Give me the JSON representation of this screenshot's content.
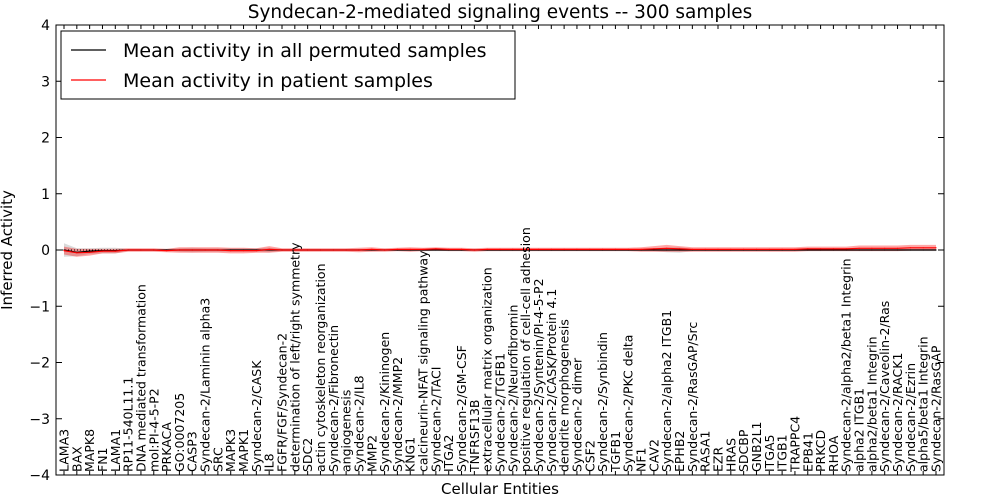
{
  "chart_data": {
    "type": "line",
    "title": "Syndecan-2-mediated signaling events -- 300 samples",
    "xlabel": "Cellular Entities",
    "ylabel": "Inferred Activity",
    "ylim": [
      -4,
      4
    ],
    "yticks": [
      -4,
      -3,
      -2,
      -1,
      0,
      1,
      2,
      3,
      4
    ],
    "ytick_labels": [
      "−4",
      "−3",
      "−2",
      "−1",
      "0",
      "1",
      "2",
      "3",
      "4"
    ],
    "legend_position": "upper-left",
    "grid": false,
    "categories": [
      "LAMA3",
      "BAX",
      "MAPK8",
      "FN1",
      "LAMA1",
      "RP11-540L11.1",
      "DNA mediated transformation",
      "mol:PI-4-5-P2",
      "PRKACA",
      "GO:0007205",
      "CASP3",
      "Syndecan-2/Laminin alpha3",
      "SRC",
      "MAPK3",
      "MAPK1",
      "Syndecan-2/CASK",
      "IL8",
      "FGFR/FGF/Syndecan-2",
      "determination of left/right symmetry",
      "SDC2",
      "actin cytoskeleton reorganization",
      "Syndecan-2/Fibronectin",
      "angiogenesis",
      "Syndecan-2/IL8",
      "MMP2",
      "Syndecan-2/Kininogen",
      "Syndecan-2/MMP2",
      "KNG1",
      "calcineurin-NFAT signaling pathway",
      "Syndecan-2/TACI",
      "ITGA2",
      "Syndecan-2/GM-CSF",
      "TNFRSF13B",
      "extracellular matrix organization",
      "Syndecan-2/TGFB1",
      "Syndecan-2/Neurofibromin",
      "positive regulation of cell-cell adhesion",
      "Syndecan-2/Syntenin/PI-4-5-P2",
      "Syndecan-2/CASK/Protein 4.1",
      "dendrite morphogenesis",
      "Syndecan-2 dimer",
      "CSF2",
      "Syndecan-2/Synbindin",
      "TGFB1",
      "Syndecan-2/PKC delta",
      "NF1",
      "CAV2",
      "Syndecan-2/alpha2 ITGB1",
      "EPHB2",
      "Syndecan-2/RasGAP/Src",
      "RASA1",
      "EZR",
      "HRAS",
      "SDCBP",
      "GNB2L1",
      "ITGA5",
      "ITGB1",
      "TRAPPC4",
      "EPB41",
      "PRKCD",
      "RHOA",
      "Syndecan-2/alpha2/beta1 Integrin",
      "alpha2 ITGB1",
      "alpha2/beta1 Integrin",
      "Syndecan-2/Caveolin-2/Ras",
      "Syndecan-2/RACK1",
      "Syndecan-2/Ezrin",
      "alpha5/beta1 Integrin",
      "Syndecan-2/RasGAP"
    ],
    "series": [
      {
        "name": "Mean activity in all permuted samples",
        "color": "#000000",
        "values": [
          0,
          -0.04,
          -0.02,
          -0.01,
          -0.01,
          0,
          0,
          0,
          0,
          0,
          0,
          0,
          0,
          0,
          0,
          0,
          0,
          0,
          0,
          0,
          0,
          0,
          0,
          0,
          0,
          0,
          0,
          0,
          0,
          0,
          0,
          0,
          0,
          0,
          0,
          0,
          0,
          0,
          0,
          0,
          0,
          0,
          0,
          0,
          0,
          0,
          0,
          0,
          0,
          0,
          0,
          0,
          0,
          0,
          0,
          0,
          0,
          0,
          0,
          0,
          0,
          0,
          0,
          0,
          0,
          0,
          0,
          0,
          0
        ],
        "band": [
          0.12,
          0.07,
          0.05,
          0.05,
          0.05,
          0.02,
          0.02,
          0.02,
          0.02,
          0.03,
          0.04,
          0.03,
          0.03,
          0.03,
          0.03,
          0.03,
          0.04,
          0.02,
          0.02,
          0.02,
          0.02,
          0.02,
          0.02,
          0.02,
          0.02,
          0.02,
          0.02,
          0.02,
          0.02,
          0.02,
          0.02,
          0.02,
          0.02,
          0.02,
          0.02,
          0.02,
          0.02,
          0.02,
          0.02,
          0.02,
          0.02,
          0.02,
          0.02,
          0.02,
          0.02,
          0.02,
          0.02,
          0.04,
          0.05,
          0.02,
          0.02,
          0.02,
          0.02,
          0.02,
          0.02,
          0.02,
          0.02,
          0.02,
          0.02,
          0.02,
          0.02,
          0.02,
          0.02,
          0.02,
          0.02,
          0.02,
          0.02,
          0.02,
          0.02
        ]
      },
      {
        "name": "Mean activity in patient samples",
        "color": "#ff0000",
        "values": [
          -0.01,
          -0.05,
          -0.04,
          -0.02,
          -0.02,
          0,
          0,
          0,
          -0.01,
          0,
          0,
          0,
          0,
          -0.01,
          -0.01,
          -0.01,
          0.01,
          0,
          0,
          0,
          0,
          0,
          0,
          0,
          0.01,
          0,
          0.01,
          0.01,
          0.01,
          0.02,
          0.01,
          0.01,
          0,
          0.01,
          0.01,
          0.01,
          0.01,
          0.01,
          0.01,
          0.01,
          0.01,
          0.01,
          0.01,
          0.01,
          0.01,
          0.01,
          0.02,
          0.03,
          0.02,
          0.01,
          0.01,
          0.01,
          0.01,
          0.01,
          0.01,
          0.01,
          0.01,
          0.01,
          0.02,
          0.02,
          0.02,
          0.02,
          0.03,
          0.03,
          0.03,
          0.03,
          0.04,
          0.04,
          0.04
        ],
        "band": [
          0.07,
          0.07,
          0.06,
          0.04,
          0.04,
          0.03,
          0.03,
          0.03,
          0.03,
          0.05,
          0.05,
          0.05,
          0.05,
          0.05,
          0.05,
          0.04,
          0.06,
          0.03,
          0.03,
          0.03,
          0.03,
          0.03,
          0.03,
          0.04,
          0.04,
          0.03,
          0.03,
          0.04,
          0.03,
          0.03,
          0.03,
          0.03,
          0.03,
          0.03,
          0.03,
          0.03,
          0.03,
          0.03,
          0.03,
          0.03,
          0.03,
          0.03,
          0.03,
          0.03,
          0.03,
          0.04,
          0.05,
          0.06,
          0.05,
          0.04,
          0.04,
          0.04,
          0.04,
          0.04,
          0.04,
          0.04,
          0.04,
          0.04,
          0.04,
          0.04,
          0.04,
          0.04,
          0.05,
          0.05,
          0.05,
          0.05,
          0.05,
          0.05,
          0.05
        ]
      }
    ]
  }
}
